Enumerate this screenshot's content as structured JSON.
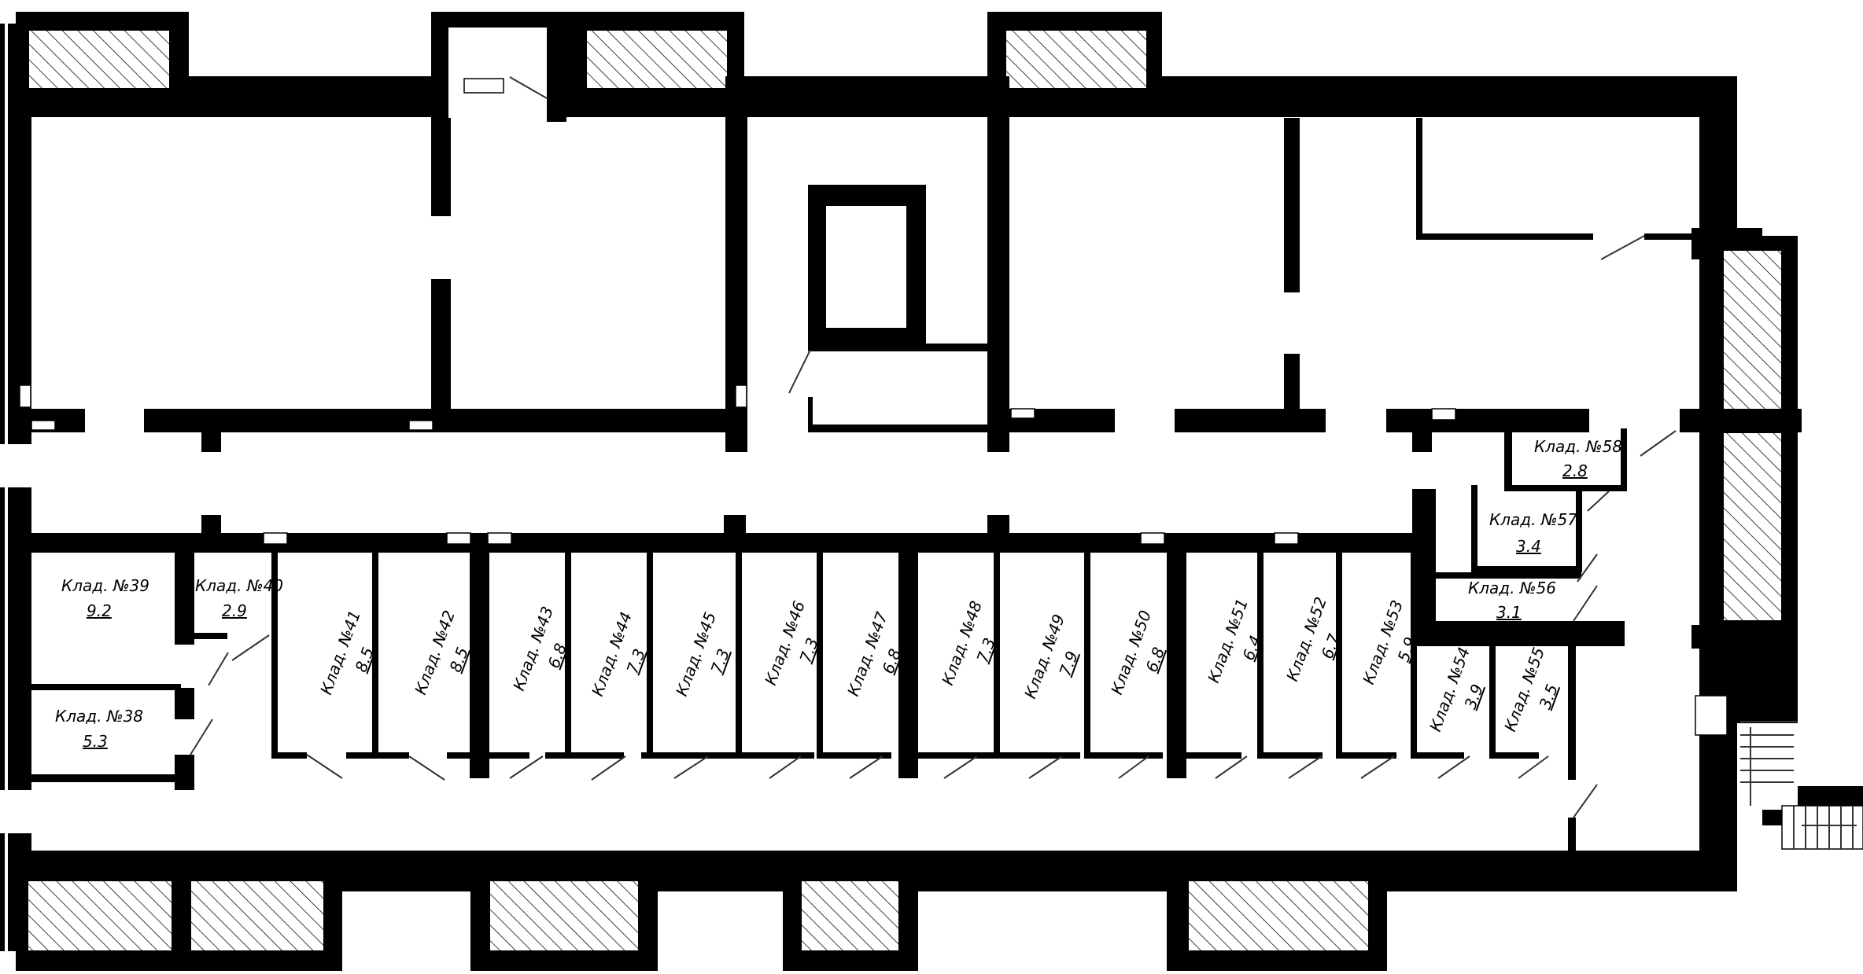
{
  "plan": {
    "label_prefix": "Клад.",
    "rooms": [
      {
        "id": "39",
        "name": "Клад. №39",
        "area": "9.2"
      },
      {
        "id": "40",
        "name": "Клад. №40",
        "area": "2.9"
      },
      {
        "id": "38",
        "name": "Клад. №38",
        "area": "5.3"
      },
      {
        "id": "41",
        "name": "Клад. №41",
        "area": "8.5"
      },
      {
        "id": "42",
        "name": "Клад. №42",
        "area": "8.5"
      },
      {
        "id": "43",
        "name": "Клад. №43",
        "area": "6.8"
      },
      {
        "id": "44",
        "name": "Клад. №44",
        "area": "7.3"
      },
      {
        "id": "45",
        "name": "Клад. №45",
        "area": "7.3"
      },
      {
        "id": "46",
        "name": "Клад. №46",
        "area": "7.3"
      },
      {
        "id": "47",
        "name": "Клад. №47",
        "area": "6.8"
      },
      {
        "id": "48",
        "name": "Клад. №48",
        "area": "7.3"
      },
      {
        "id": "49",
        "name": "Клад. №49",
        "area": "7.9"
      },
      {
        "id": "50",
        "name": "Клад. №50",
        "area": "6.8"
      },
      {
        "id": "51",
        "name": "Клад. №51",
        "area": "6.4"
      },
      {
        "id": "52",
        "name": "Клад. №52",
        "area": "6.7"
      },
      {
        "id": "53",
        "name": "Клад. №53",
        "area": "5.9"
      },
      {
        "id": "54",
        "name": "Клад. №54",
        "area": "3.9"
      },
      {
        "id": "55",
        "name": "Клад. №55",
        "area": "3.5"
      },
      {
        "id": "56",
        "name": "Клад. №56",
        "area": "3.1"
      },
      {
        "id": "57",
        "name": "Клад. №57",
        "area": "3.4"
      },
      {
        "id": "58",
        "name": "Клад. №58",
        "area": "2.8"
      }
    ]
  }
}
